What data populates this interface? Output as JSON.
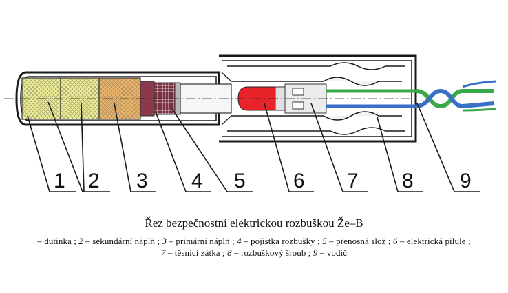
{
  "title": "Řez bezpečnostní elektrickou rozbuškou Že–B",
  "labels": [
    "1",
    "2",
    "3",
    "4",
    "5",
    "6",
    "7",
    "8",
    "9"
  ],
  "legend_line1": [
    {
      "num": "",
      "text": "– dutinka ;"
    },
    {
      "num": "2",
      "text": " – sekundární náplň ;"
    },
    {
      "num": "3",
      "text": " – primární náplň ;"
    },
    {
      "num": "4",
      "text": " – pojistka rozbušky ;"
    },
    {
      "num": "5",
      "text": " – přenosná slož ;"
    },
    {
      "num": "6",
      "text": " – elektrická pilule ;"
    }
  ],
  "legend_line2": [
    {
      "num": "7",
      "text": " – těsnicí zátka ;"
    },
    {
      "num": "8",
      "text": " – rozbuškový šroub ;"
    },
    {
      "num": "9",
      "text": " – vodič"
    }
  ],
  "colors": {
    "secondary_charge": "#ecec94",
    "primary_charge": "#e8b46a",
    "fuse": "#8a3a4a",
    "transfer": "#d9d9d9",
    "pill": "#e8232a",
    "wire_green": "#3aa84a",
    "wire_blue": "#3a6fc8",
    "outline": "#1a1a1a"
  }
}
